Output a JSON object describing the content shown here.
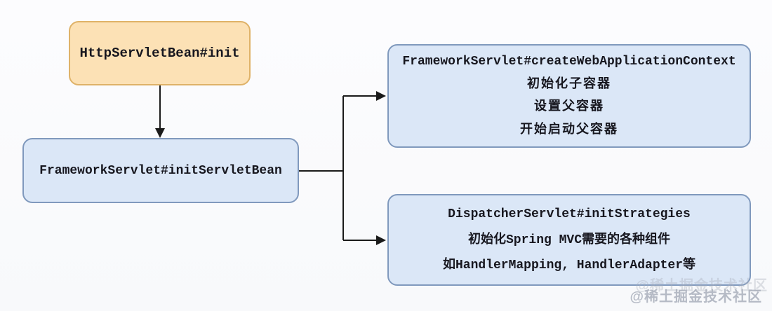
{
  "diagram": {
    "nodes": {
      "http_servlet_bean": {
        "label": "HttpServletBean#init"
      },
      "framework_servlet_init": {
        "label": "FrameworkServlet#initServletBean"
      },
      "create_web_application_context": {
        "title": "FrameworkServlet#createWebApplicationContext",
        "lines": [
          "初始化子容器",
          "设置父容器",
          "开始启动父容器"
        ]
      },
      "init_strategies": {
        "title": "DispatcherServlet#initStrategies",
        "lines": [
          "初始化Spring MVC需要的各种组件",
          "如HandlerMapping, HandlerAdapter等"
        ]
      }
    },
    "edges": [
      {
        "from": "http_servlet_bean",
        "to": "framework_servlet_init"
      },
      {
        "from": "framework_servlet_init",
        "to": "create_web_application_context"
      },
      {
        "from": "framework_servlet_init",
        "to": "init_strategies"
      }
    ],
    "colors": {
      "orange_fill": "#fce1b5",
      "orange_border": "#dfb268",
      "blue_fill": "#dbe7f7",
      "blue_border": "#8099bd",
      "arrow": "#1a1a1a",
      "text": "#17171f",
      "watermark": "#aab0bc"
    },
    "watermark": "@稀土掘金技术社区"
  }
}
